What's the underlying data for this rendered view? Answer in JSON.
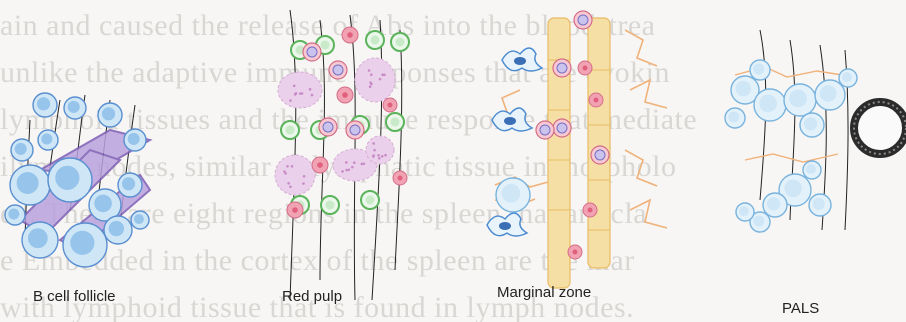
{
  "colors": {
    "background": "#f7f6f4",
    "b_cell_fill": "#cfe6f7",
    "b_cell_stroke": "#5a8fd0",
    "b_cell_nucleus": "#8fc0e8",
    "lymph_pale_fill": "#e3f1fb",
    "lymph_pale_stroke": "#79b3dd",
    "fiber_purple": "#7c5cb4",
    "green_ring": "#5bb35b",
    "pink_cell": "#f2a3b3",
    "pink_nucleus": "#e0607e",
    "lilac_macro": "#ead0ea",
    "sinus_yellow": "#f4d68f",
    "reticular_orange": "#f0b27a",
    "blue_macro_stroke": "#4a8ad0",
    "arteriole_dark": "#2b2b2b"
  },
  "panels": [
    {
      "name": "b-cell-follicle",
      "label": "B cell follicle"
    },
    {
      "name": "red-pulp",
      "label": "Red pulp"
    },
    {
      "name": "marginal-zone",
      "label": "Marginal zone"
    },
    {
      "name": "pals",
      "label": "PALS"
    }
  ]
}
